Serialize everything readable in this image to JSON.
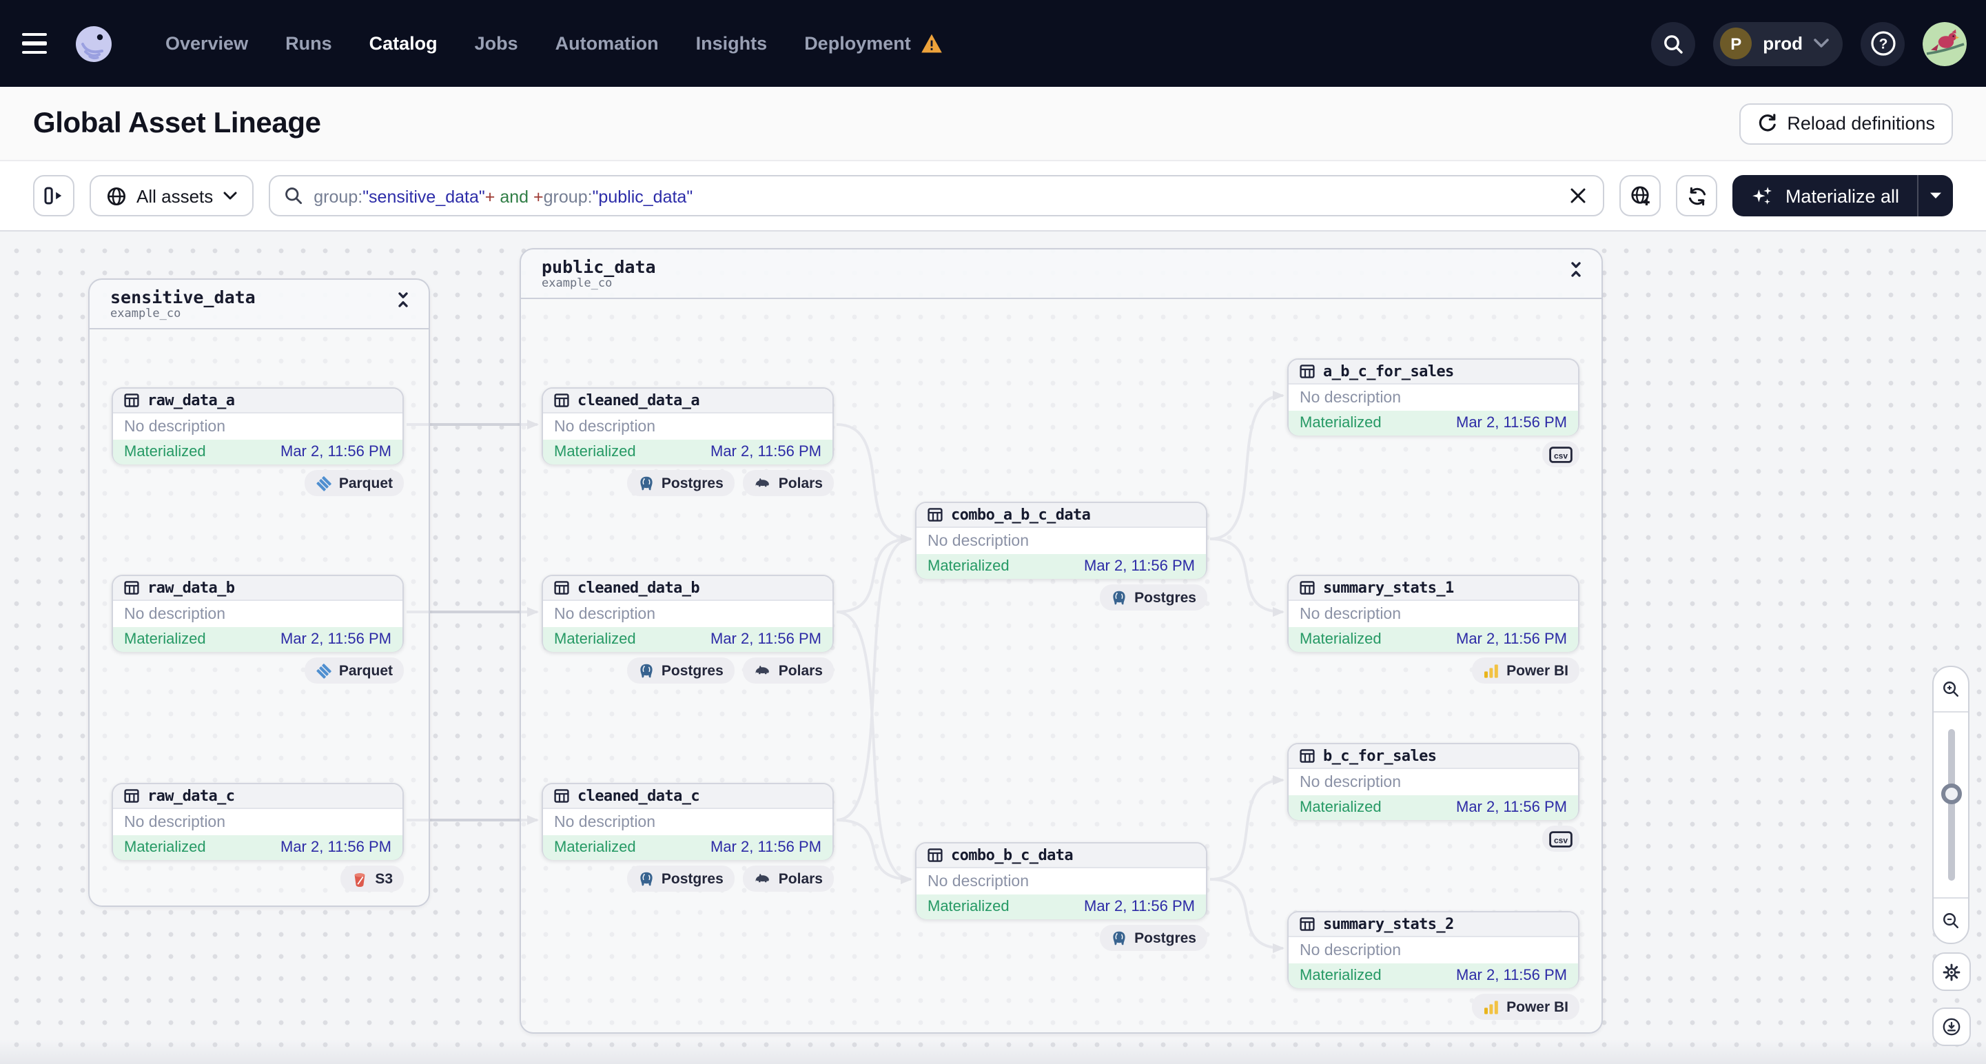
{
  "topnav": {
    "items": [
      "Overview",
      "Runs",
      "Catalog",
      "Jobs",
      "Automation",
      "Insights",
      "Deployment"
    ],
    "active_item": "Catalog",
    "deployment_has_warning": true,
    "environment": {
      "initial": "P",
      "name": "prod"
    },
    "icons": [
      "menu-icon",
      "dagster-logo",
      "warning-icon",
      "search-icon",
      "chevron-down-icon",
      "help-icon",
      "user-avatar"
    ]
  },
  "page_header": {
    "title": "Global Asset Lineage",
    "reload_button_label": "Reload definitions"
  },
  "toolbar": {
    "scope_button_label": "All assets",
    "search_query_segments": [
      {
        "text": "group:",
        "color": "#757e93"
      },
      {
        "text": "\"sensitive_data\"",
        "color": "#2c2ca8"
      },
      {
        "text": "+",
        "color": "#9e3a33"
      },
      {
        "text": " and ",
        "color": "#2f7d45"
      },
      {
        "text": "+",
        "color": "#9e3a33"
      },
      {
        "text": "group:",
        "color": "#757e93"
      },
      {
        "text": "\"public_data\"",
        "color": "#2c2ca8"
      }
    ],
    "materialize_button_label": "Materialize all",
    "icons": [
      "expand-panel-icon",
      "globe-icon",
      "magnifier-icon",
      "close-icon",
      "globe-plus-icon",
      "refresh-icon",
      "sparkles-icon",
      "caret-down-icon"
    ]
  },
  "lineage": {
    "groups": [
      {
        "name": "sensitive_data",
        "location": "example_co"
      },
      {
        "name": "public_data",
        "location": "example_co"
      }
    ],
    "assets": [
      {
        "name": "raw_data_a",
        "group": "sensitive_data",
        "description": "No description",
        "status": "Materialized",
        "materialized_at": "Mar 2, 11:56 PM",
        "kinds": [
          "Parquet"
        ]
      },
      {
        "name": "raw_data_b",
        "group": "sensitive_data",
        "description": "No description",
        "status": "Materialized",
        "materialized_at": "Mar 2, 11:56 PM",
        "kinds": [
          "Parquet"
        ]
      },
      {
        "name": "raw_data_c",
        "group": "sensitive_data",
        "description": "No description",
        "status": "Materialized",
        "materialized_at": "Mar 2, 11:56 PM",
        "kinds": [
          "S3"
        ]
      },
      {
        "name": "cleaned_data_a",
        "group": "public_data",
        "description": "No description",
        "status": "Materialized",
        "materialized_at": "Mar 2, 11:56 PM",
        "kinds": [
          "Postgres",
          "Polars"
        ]
      },
      {
        "name": "cleaned_data_b",
        "group": "public_data",
        "description": "No description",
        "status": "Materialized",
        "materialized_at": "Mar 2, 11:56 PM",
        "kinds": [
          "Postgres",
          "Polars"
        ]
      },
      {
        "name": "cleaned_data_c",
        "group": "public_data",
        "description": "No description",
        "status": "Materialized",
        "materialized_at": "Mar 2, 11:56 PM",
        "kinds": [
          "Postgres",
          "Polars"
        ]
      },
      {
        "name": "combo_a_b_c_data",
        "group": "public_data",
        "description": "No description",
        "status": "Materialized",
        "materialized_at": "Mar 2, 11:56 PM",
        "kinds": [
          "Postgres"
        ]
      },
      {
        "name": "combo_b_c_data",
        "group": "public_data",
        "description": "No description",
        "status": "Materialized",
        "materialized_at": "Mar 2, 11:56 PM",
        "kinds": [
          "Postgres"
        ]
      },
      {
        "name": "a_b_c_for_sales",
        "group": "public_data",
        "description": "No description",
        "status": "Materialized",
        "materialized_at": "Mar 2, 11:56 PM",
        "kinds": [
          "csv"
        ]
      },
      {
        "name": "summary_stats_1",
        "group": "public_data",
        "description": "No description",
        "status": "Materialized",
        "materialized_at": "Mar 2, 11:56 PM",
        "kinds": [
          "Power BI"
        ]
      },
      {
        "name": "b_c_for_sales",
        "group": "public_data",
        "description": "No description",
        "status": "Materialized",
        "materialized_at": "Mar 2, 11:56 PM",
        "kinds": [
          "csv"
        ]
      },
      {
        "name": "summary_stats_2",
        "group": "public_data",
        "description": "No description",
        "status": "Materialized",
        "materialized_at": "Mar 2, 11:56 PM",
        "kinds": [
          "Power BI"
        ]
      }
    ],
    "edges": [
      [
        "raw_data_a",
        "cleaned_data_a"
      ],
      [
        "raw_data_b",
        "cleaned_data_b"
      ],
      [
        "raw_data_c",
        "cleaned_data_c"
      ],
      [
        "cleaned_data_a",
        "combo_a_b_c_data"
      ],
      [
        "cleaned_data_b",
        "combo_a_b_c_data"
      ],
      [
        "cleaned_data_c",
        "combo_a_b_c_data"
      ],
      [
        "cleaned_data_b",
        "combo_b_c_data"
      ],
      [
        "cleaned_data_c",
        "combo_b_c_data"
      ],
      [
        "combo_a_b_c_data",
        "a_b_c_for_sales"
      ],
      [
        "combo_a_b_c_data",
        "summary_stats_1"
      ],
      [
        "combo_b_c_data",
        "b_c_for_sales"
      ],
      [
        "combo_b_c_data",
        "summary_stats_2"
      ]
    ]
  },
  "zoom_controls": {
    "icons": [
      "zoom-in-icon",
      "zoom-slider",
      "zoom-out-icon",
      "gear-icon",
      "download-icon"
    ]
  },
  "colors": {
    "topbar_bg": "#0a0e1e",
    "warning_orange": "#eda23b",
    "materialized_text": "#259964",
    "materialized_bg": "#e3f5ea",
    "timestamp_text": "#2d2ba6",
    "edge_gray": "#cfd1d9",
    "kind_parquet": "#4f8fd0",
    "kind_s3": "#dd5a4d",
    "kind_postgres": "#38638f",
    "kind_polars": "#3a4156",
    "kind_powerbi": "#f2c243"
  }
}
